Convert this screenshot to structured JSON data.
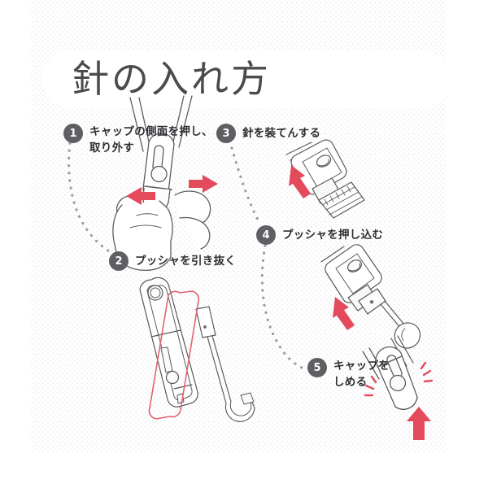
{
  "page": {
    "title": "針の入れ方",
    "background_color": "#ffffff",
    "panel_texture_color": "#ececee",
    "badge_color": "#5e5e63",
    "arrow_color": "#e34a5c",
    "line_color": "#6d6d72",
    "highlight_outline_color": "#e2636f",
    "connector_color": "#8b8b90"
  },
  "steps": [
    {
      "number": "1",
      "label": "キャップの側面を押し、\n取り外す",
      "illustration": "hand-pressing-cap-sides",
      "arrows": [
        "arrow-left-inward",
        "arrow-right-inward"
      ]
    },
    {
      "number": "2",
      "label": "プッシャを引き抜く",
      "illustration": "stapler-body-pusher-pullout",
      "arrows": []
    },
    {
      "number": "3",
      "label": "針を装てんする",
      "illustration": "staple-strip-loading",
      "arrows": [
        "arrow-up-left"
      ]
    },
    {
      "number": "4",
      "label": "プッシャを押し込む",
      "illustration": "pusher-push-in",
      "arrows": [
        "arrow-up-left"
      ]
    },
    {
      "number": "5",
      "label": "キャップを\nしめる",
      "illustration": "cap-closing-snap",
      "arrows": [
        "arrow-up"
      ]
    }
  ],
  "connectors": [
    {
      "name": "connector-1-to-2",
      "style": "dotted-curve"
    },
    {
      "name": "connector-2-to-3",
      "style": "dotted-curve"
    },
    {
      "name": "connector-3-to-4",
      "style": "dotted-curve"
    },
    {
      "name": "connector-4-to-5",
      "style": "dotted-curve"
    }
  ]
}
